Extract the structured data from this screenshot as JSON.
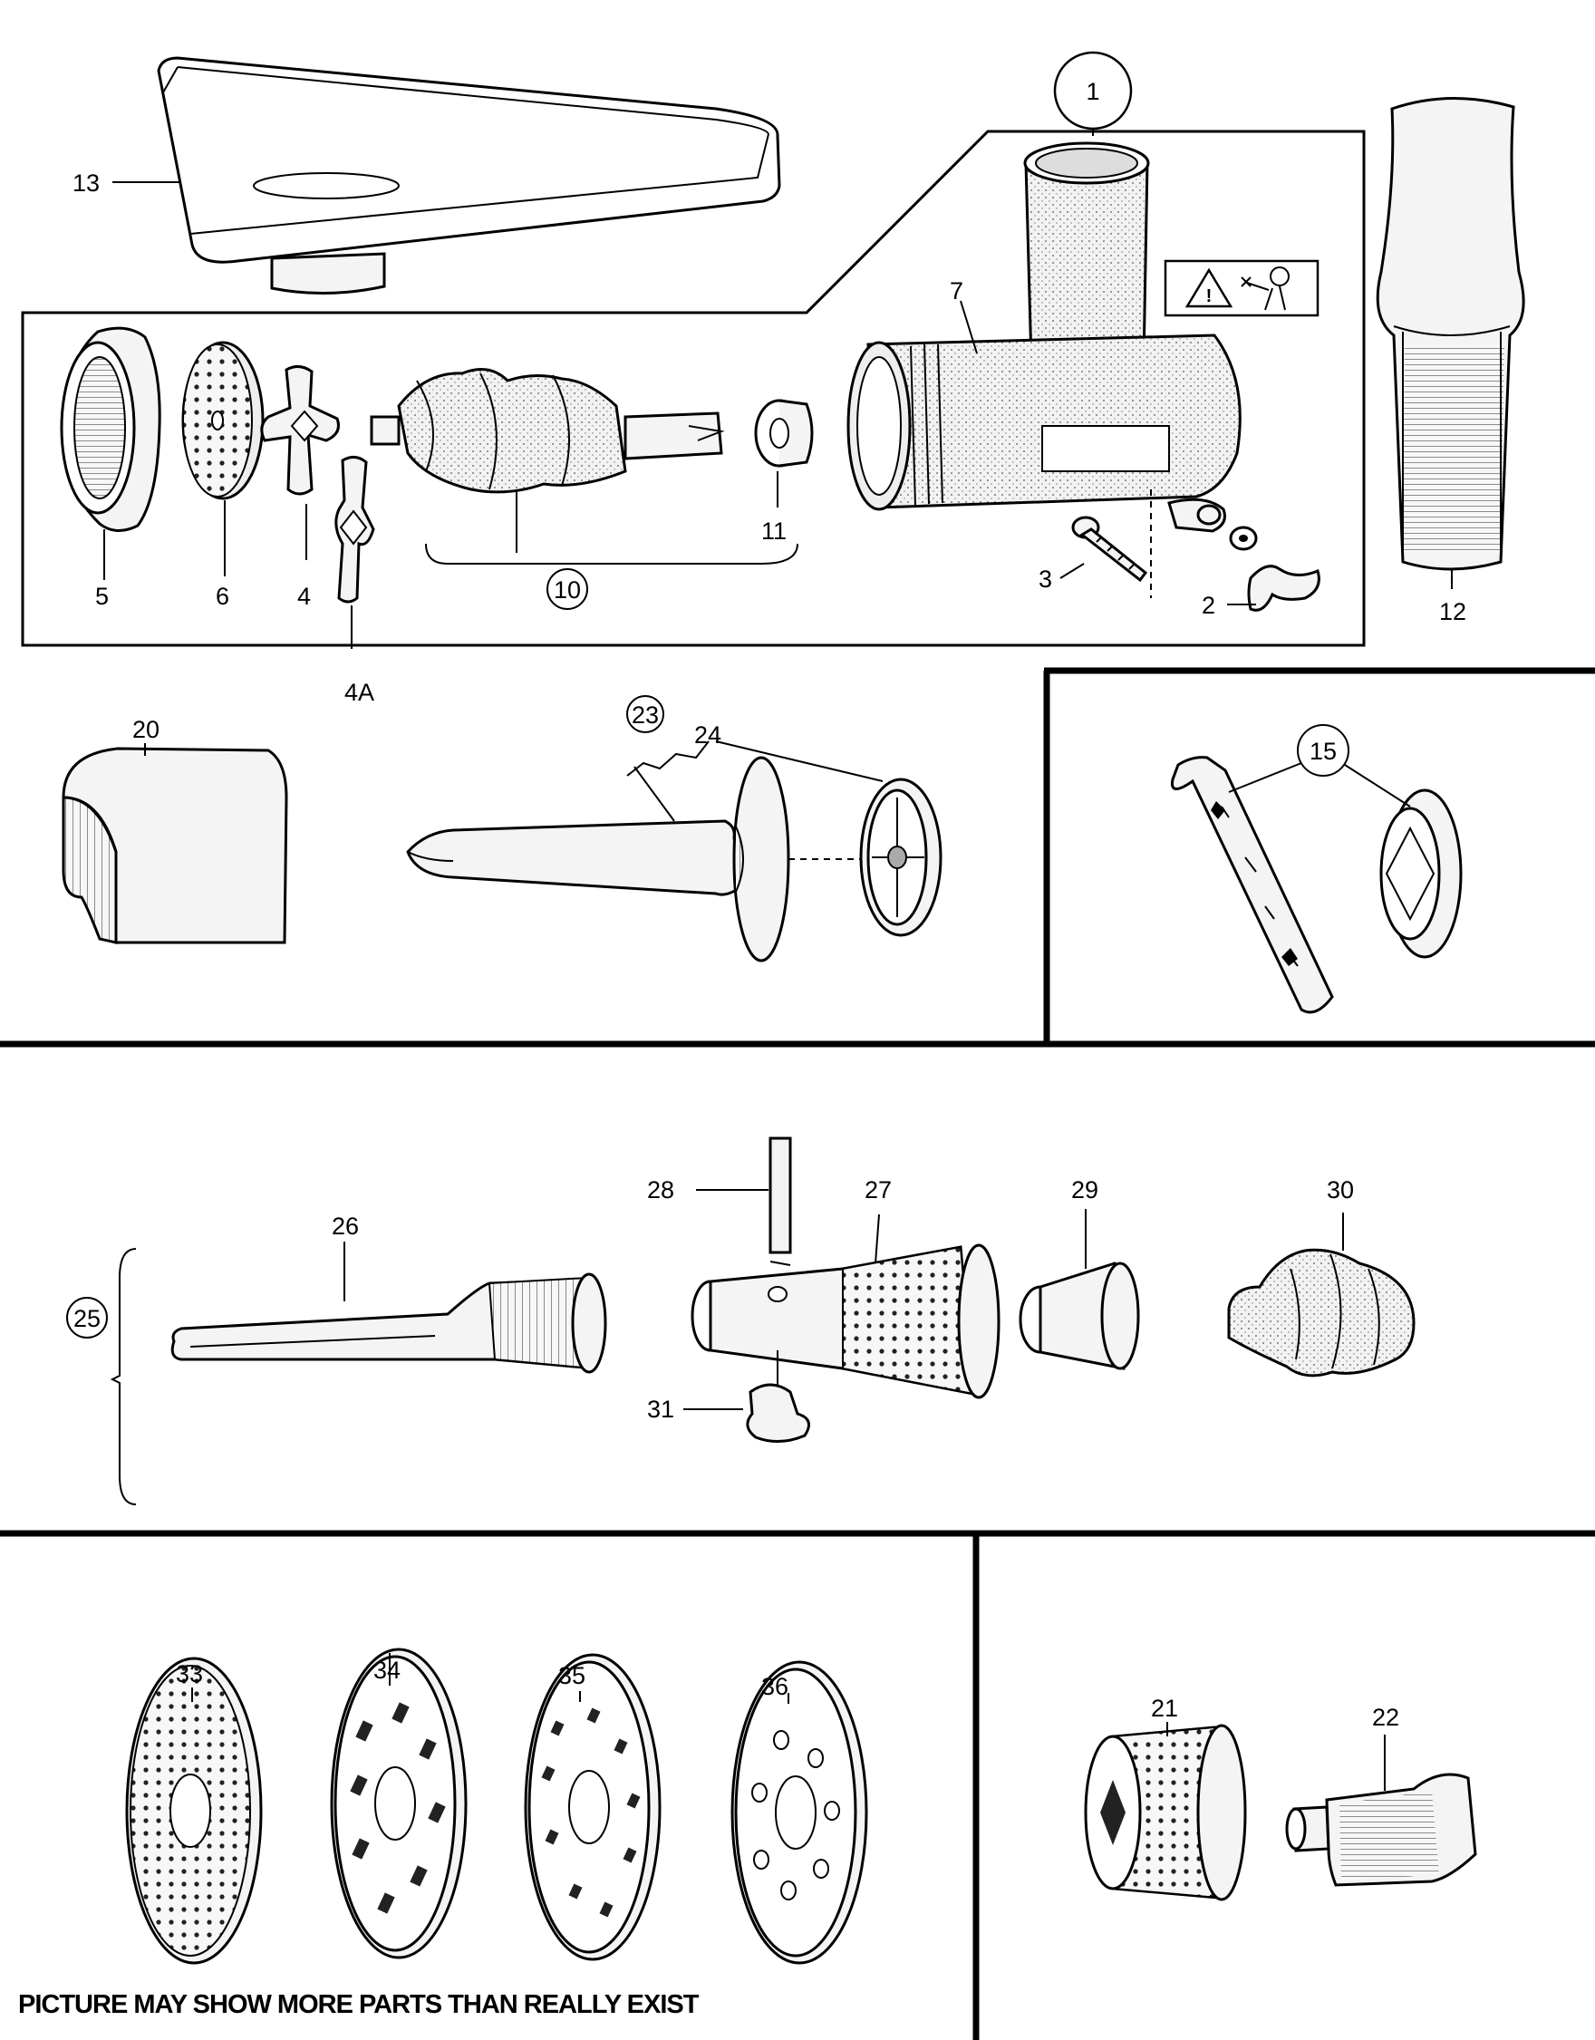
{
  "labels": {
    "p1": "1",
    "p2": "2",
    "p3": "3",
    "p4": "4",
    "p4a": "4A",
    "p5": "5",
    "p6": "6",
    "p7": "7",
    "p10": "10",
    "p11": "11",
    "p12": "12",
    "p13": "13",
    "p15": "15",
    "p20": "20",
    "p21": "21",
    "p22": "22",
    "p23": "23",
    "p24": "24",
    "p25": "25",
    "p26": "26",
    "p27": "27",
    "p28": "28",
    "p29": "29",
    "p30": "30",
    "p31": "31",
    "p33": "33",
    "p34": "34",
    "p35": "35",
    "p36": "36"
  },
  "footer": "PICTURE MAY SHOW MORE PARTS THAN REALLY EXIST",
  "icons": [
    "warning-triangle-icon",
    "hand-caution-icon"
  ],
  "colors": {
    "line": "#000000",
    "fill": "#f4f4f4",
    "background": "#ffffff"
  }
}
